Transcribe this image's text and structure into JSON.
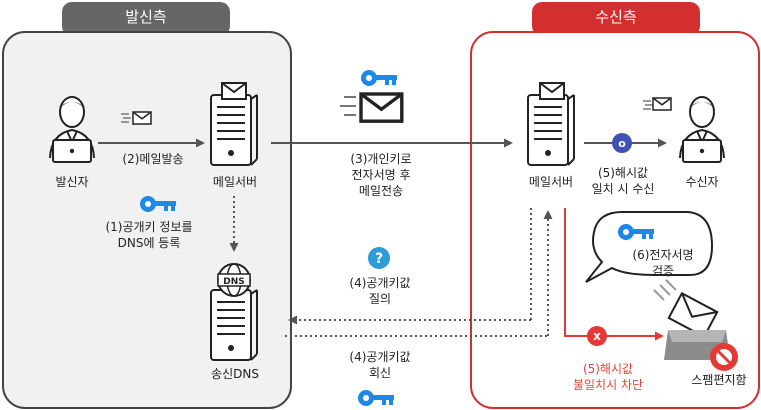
{
  "sender_panel": {
    "title": "발신측"
  },
  "receiver_panel": {
    "title": "수신측"
  },
  "nodes": {
    "sender": "발신자",
    "sender_mail_server": "메일서버",
    "sender_dns": "송신DNS",
    "receiver_mail_server": "메일서버",
    "receiver": "수신자",
    "spam": "스팸편지함"
  },
  "steps": {
    "s1": "(1)공개키 정보를\nDNS에 등록",
    "s2": "(2)메일발송",
    "s3": "(3)개인키로\n전자서명 후\n메일전송",
    "s4a": "(4)공개키값\n질의",
    "s4b": "(4)공개키값\n회신",
    "s5_match": "(5)해시값\n일치 시 수신",
    "s5_mismatch": "(5)해시값\n불일치시 차단",
    "s6": "(6)전자서명\n검증"
  },
  "icons": {
    "dns_badge": "DNS",
    "question": "?",
    "check": "o",
    "reject": "x"
  },
  "colors": {
    "sender_tab": "#666666",
    "receiver_border": "#d32f2f",
    "key_blue": "#1e88e5",
    "check_blue": "#3f51b5",
    "reject_red": "#e53935",
    "mismatch_text": "#e0473a"
  }
}
